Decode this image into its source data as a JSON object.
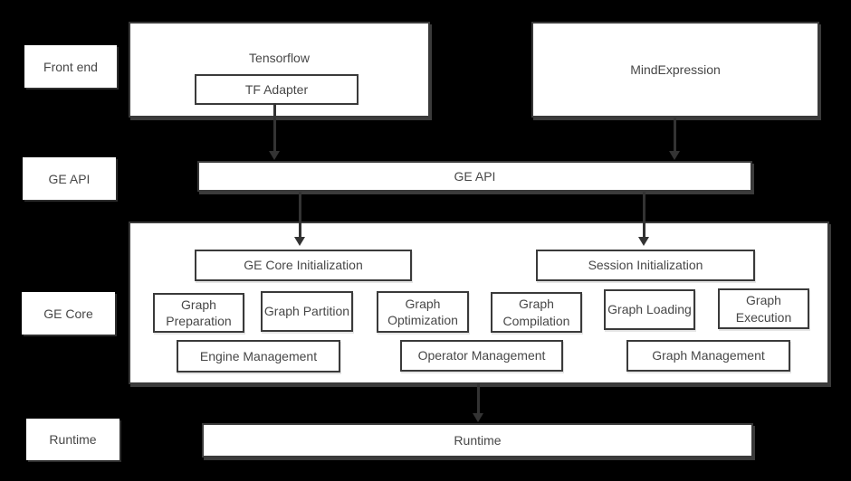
{
  "diagram": {
    "side_labels": {
      "front_end": "Front end",
      "ge_api": "GE API",
      "ge_core": "GE Core",
      "runtime": "Runtime"
    },
    "front_end_layer": {
      "tensorflow": "Tensorflow",
      "tf_adapter": "TF Adapter",
      "mindexpression": "MindExpression"
    },
    "ge_api_layer": {
      "label": "GE API"
    },
    "ge_core_layer": {
      "init_boxes": [
        "GE Core Initialization",
        "Session Initialization"
      ],
      "pipeline_boxes": [
        "Graph Preparation",
        "Graph Partition",
        "Graph Optimization",
        "Graph Compilation",
        "Graph Loading",
        "Graph Execution"
      ],
      "management_boxes": [
        "Engine Management",
        "Operator Management",
        "Graph Management"
      ]
    },
    "runtime_layer": {
      "label": "Runtime"
    },
    "colors": {
      "background": "#000000",
      "box_fill": "#ffffff",
      "box_border": "#3a3a3a",
      "text": "#474747",
      "arrow": "#333333"
    }
  }
}
